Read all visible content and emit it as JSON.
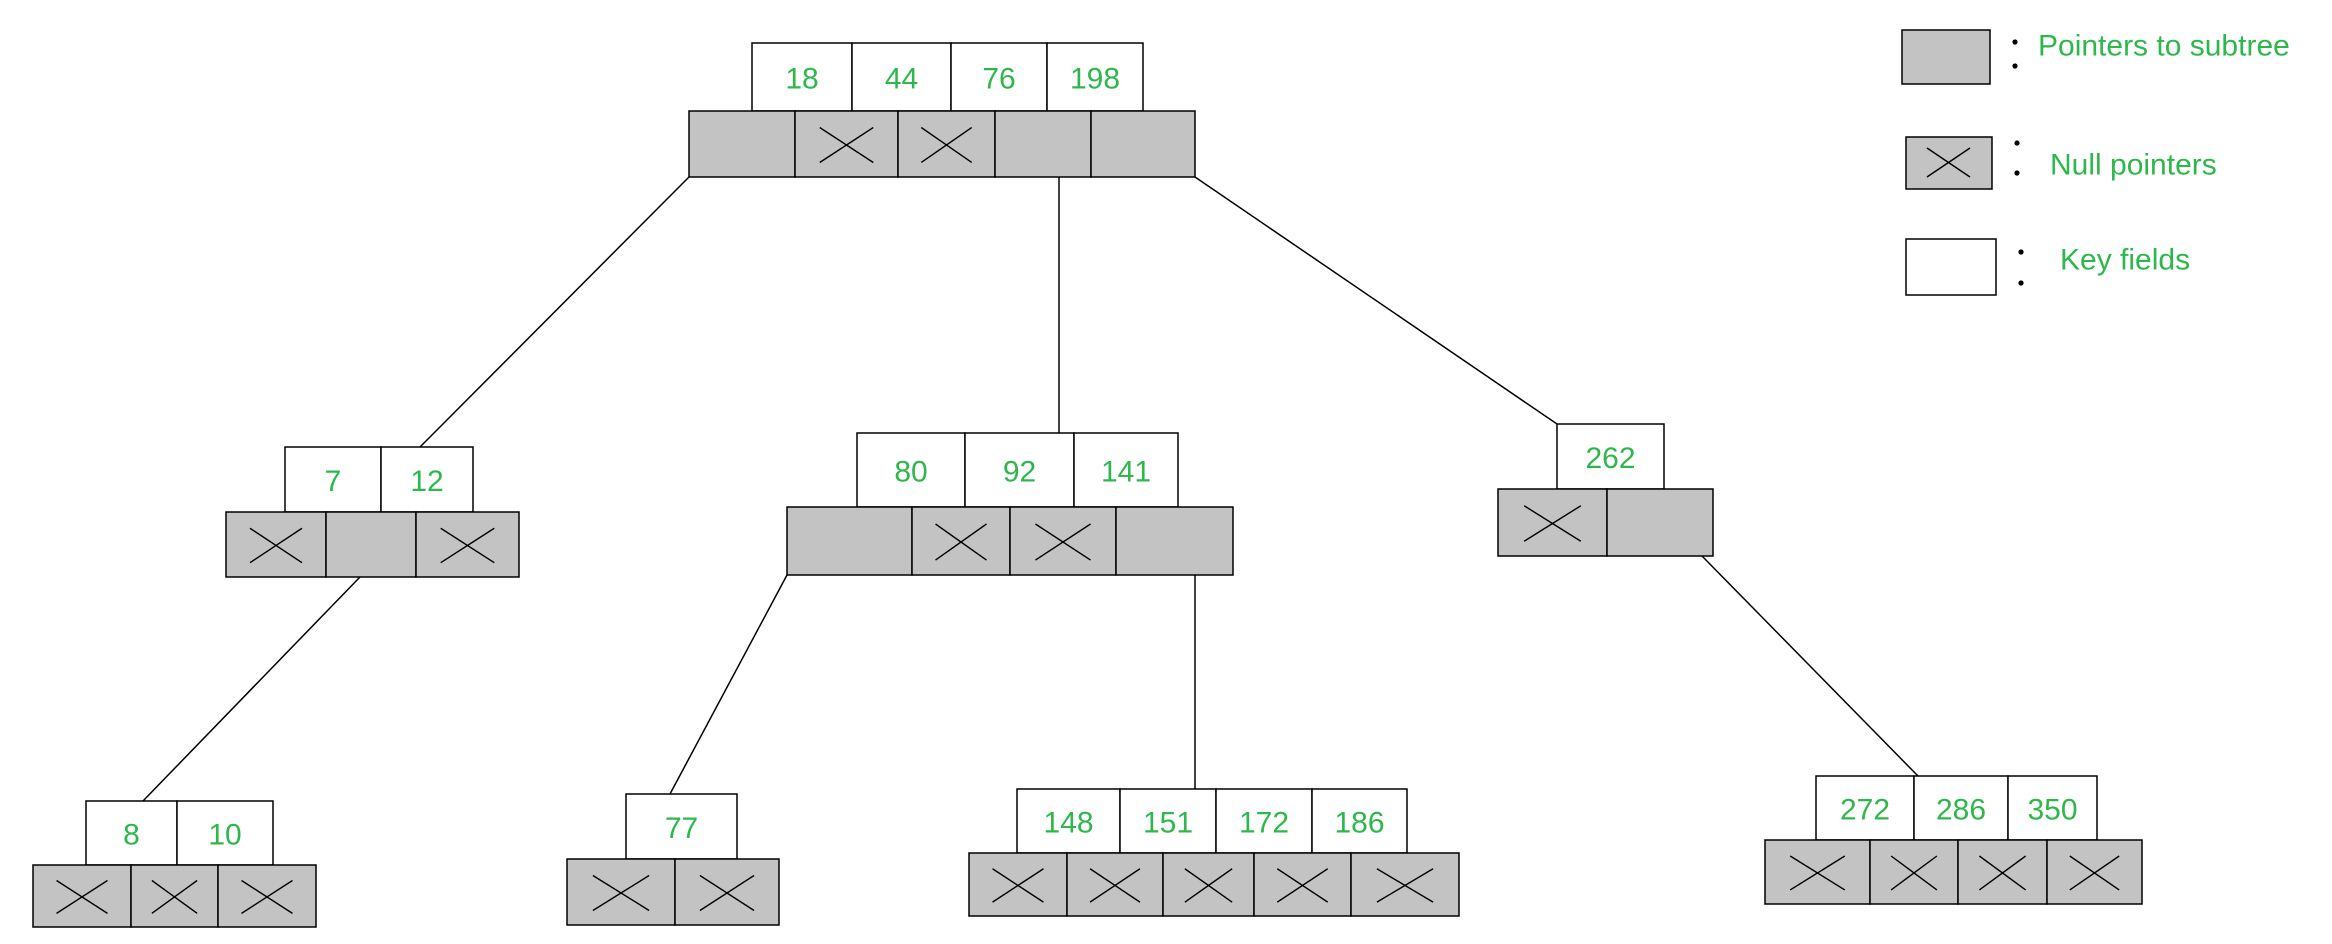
{
  "colors": {
    "key_text": "#2eb84b",
    "pointer_fill": "#c3c3c3",
    "key_fill": "#ffffff",
    "outline": "#000000"
  },
  "legend": {
    "items": [
      {
        "type": "pointer",
        "label": "Pointers to subtree"
      },
      {
        "type": "null",
        "label": "Null pointers"
      },
      {
        "type": "key",
        "label": "Key fields"
      }
    ]
  },
  "tree": {
    "nodes": [
      {
        "id": "root",
        "keys": [
          "18",
          "44",
          "76",
          "198"
        ],
        "pointers": [
          "subtree",
          "null",
          "null",
          "subtree",
          "subtree"
        ]
      },
      {
        "id": "n-7-12",
        "keys": [
          "7",
          "12"
        ],
        "pointers": [
          "null",
          "subtree",
          "null"
        ]
      },
      {
        "id": "n-80-92-141",
        "keys": [
          "80",
          "92",
          "141"
        ],
        "pointers": [
          "subtree",
          "null",
          "null",
          "subtree"
        ]
      },
      {
        "id": "n-262",
        "keys": [
          "262"
        ],
        "pointers": [
          "null",
          "subtree"
        ]
      },
      {
        "id": "n-8-10",
        "keys": [
          "8",
          "10"
        ],
        "pointers": [
          "null",
          "null",
          "null"
        ]
      },
      {
        "id": "n-77",
        "keys": [
          "77"
        ],
        "pointers": [
          "null",
          "null"
        ]
      },
      {
        "id": "n-148-186",
        "keys": [
          "148",
          "151",
          "172",
          "186"
        ],
        "pointers": [
          "null",
          "null",
          "null",
          "null",
          "null"
        ]
      },
      {
        "id": "n-272-350",
        "keys": [
          "272",
          "286",
          "350"
        ],
        "pointers": [
          "null",
          "null",
          "null",
          "null"
        ]
      }
    ],
    "edges": [
      {
        "from": "root",
        "pointer": 0,
        "to": "n-7-12"
      },
      {
        "from": "root",
        "pointer": 3,
        "to": "n-80-92-141"
      },
      {
        "from": "root",
        "pointer": 4,
        "to": "n-262"
      },
      {
        "from": "n-7-12",
        "pointer": 1,
        "to": "n-8-10"
      },
      {
        "from": "n-80-92-141",
        "pointer": 0,
        "to": "n-77"
      },
      {
        "from": "n-80-92-141",
        "pointer": 3,
        "to": "n-148-186"
      },
      {
        "from": "n-262",
        "pointer": 1,
        "to": "n-272-350"
      }
    ]
  }
}
